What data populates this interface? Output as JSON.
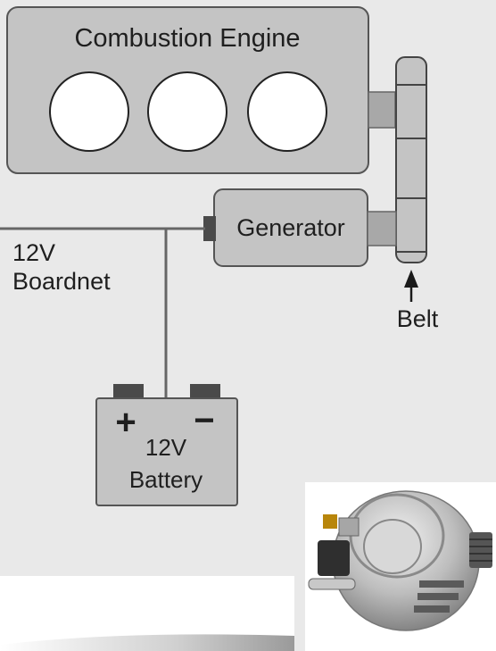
{
  "diagram": {
    "engine_label": "Combustion Engine",
    "generator_label": "Generator",
    "boardnet_voltage": "12V",
    "boardnet_label": "Boardnet",
    "belt_label": "Belt",
    "battery": {
      "plus": "+",
      "minus": "−",
      "voltage": "12V",
      "label": "Battery"
    }
  },
  "colors": {
    "background": "#e9e9e9",
    "box_fill": "#c4c4c4",
    "box_stroke": "#555555",
    "line": "#666666",
    "terminal": "#4a4a4a"
  },
  "photo": {
    "subject": "alternator-photo"
  }
}
